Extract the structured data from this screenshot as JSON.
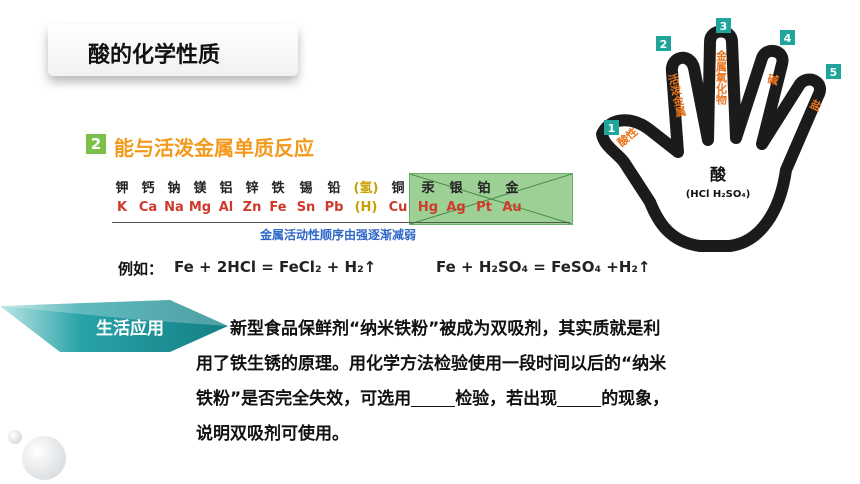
{
  "title": "酸的化学性质",
  "section": {
    "number": "2",
    "title": "能与活泼金属单质反应"
  },
  "metals": {
    "chinese": [
      "钾",
      "钙",
      "钠",
      "镁",
      "铝",
      "锌",
      "铁",
      "锡",
      "铅",
      "(氢)",
      "铜",
      "汞",
      "银",
      "铂",
      "金"
    ],
    "symbols": [
      "K",
      "Ca",
      "Na",
      "Mg",
      "Al",
      "Zn",
      "Fe",
      "Sn",
      "Pb",
      "(H)",
      "Cu",
      "Hg",
      "Ag",
      "Pt",
      "Au"
    ],
    "arrow_label": "金属活动性顺序由强逐渐减弱"
  },
  "example": {
    "label": "例如：",
    "eq1": "Fe + 2HCl = FeCl₂  + H₂↑",
    "eq2": "Fe + H₂SO₄ = FeSO₄ +H₂↑"
  },
  "application": {
    "label": "生活应用",
    "line1": "　　新型食品保鲜剂“纳米铁粉”被成为双吸剂，其实质就是利",
    "line2": "用了铁生锈的原理。用化学方法检验使用一段时间以后的“纳米",
    "line3a": "铁粉”是否完全失效，可选用",
    "line3b": "检验，若出现",
    "line3c": "的现象，",
    "line4": "说明双吸剂可使用。"
  },
  "hand": {
    "palm_title": "酸",
    "palm_formula": "(HCl  H₂SO₄)",
    "fingers": [
      {
        "num": "1",
        "text": "酸性"
      },
      {
        "num": "2",
        "text": "活泼金属"
      },
      {
        "num": "3",
        "text": "金属氧化物"
      },
      {
        "num": "4",
        "text": "碱"
      },
      {
        "num": "5",
        "text": "盐"
      }
    ],
    "accent_color": "#e8741e",
    "badge_color": "#1fa59b"
  }
}
